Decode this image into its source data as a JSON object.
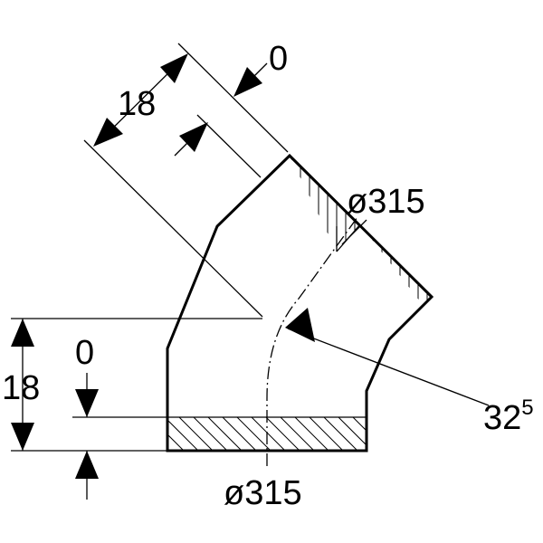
{
  "dimensions": {
    "top_offset": "0",
    "top_length": "18",
    "top_diameter": "ø315",
    "angle_main": "32",
    "angle_sup": "5",
    "left_offset": "0",
    "left_length": "18",
    "bottom_diameter": "ø315"
  }
}
